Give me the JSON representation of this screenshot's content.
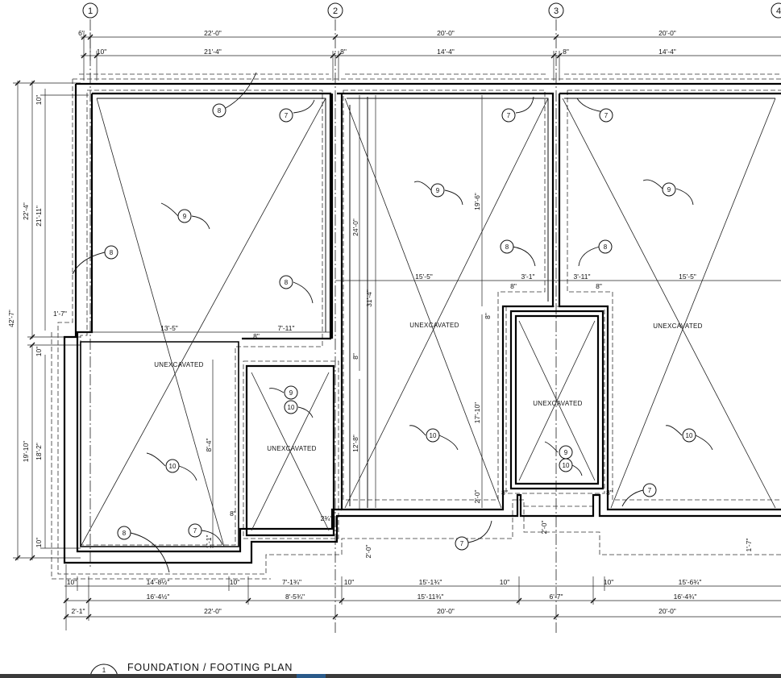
{
  "grid_lines": [
    "1",
    "2",
    "3",
    "4"
  ],
  "top_dims_row1": [
    "6\"",
    "22'-0\"",
    "20'-0\"",
    "20'-0\""
  ],
  "top_dims_row2": [
    "10\"",
    "21'-4\"",
    "8\"",
    "14'-4\"",
    "8\"",
    "14'-4\""
  ],
  "left_dims": [
    "42'-7\"",
    "22'-4\"",
    "21'-11\"",
    "10\"",
    "1'-7\"",
    "10\"",
    "19'-10\"",
    "18'-2\"",
    "10\""
  ],
  "bottom_dims_row1": [
    "10\"",
    "14'-8½\"",
    "10\"",
    "7'-1¾\"",
    "10\"",
    "15'-1¾\"",
    "10\"",
    "10\"",
    "15'-6¾\""
  ],
  "bottom_dims_row2": [
    "16'-4½\"",
    "8'-5¾\"",
    "15'-11¾\"",
    "6'-7\"",
    "16'-4¾\""
  ],
  "bottom_dims_row3": [
    "2'-1\"",
    "22'-0\"",
    "20'-0\"",
    "20'-0\""
  ],
  "interior_dims": [
    "13'-5\"",
    "7'-11\"",
    "8\"",
    "15'-5\"",
    "3'-1\"",
    "8\"",
    "3'-11\"",
    "15'-5\"",
    "8\"",
    "8\"",
    "24'-0\"",
    "31'-4\"",
    "19'-6\"",
    "8\"",
    "12'-8\"",
    "17'-10\"",
    "2'-0\"",
    "8\"",
    "8\"",
    "8'-4\"",
    "8\"",
    "1'-1\"",
    "2'-0\"",
    "2¾\"",
    "2'-0\"",
    "1'-7\""
  ],
  "area_labels": [
    "UNEXCAVATED",
    "UNEXCAVATED",
    "UNEXCAVATED",
    "UNEXCAVATED",
    "UNEXCAVATED"
  ],
  "keynotes": [
    "8",
    "7",
    "7",
    "7",
    "9",
    "9",
    "9",
    "8",
    "8",
    "8",
    "8",
    "9",
    "10",
    "10",
    "10",
    "10",
    "9",
    "10",
    "8",
    "7",
    "7",
    "7"
  ],
  "drawing_title": {
    "number": "1",
    "text": "FOUNDATION / FOOTING PLAN"
  }
}
